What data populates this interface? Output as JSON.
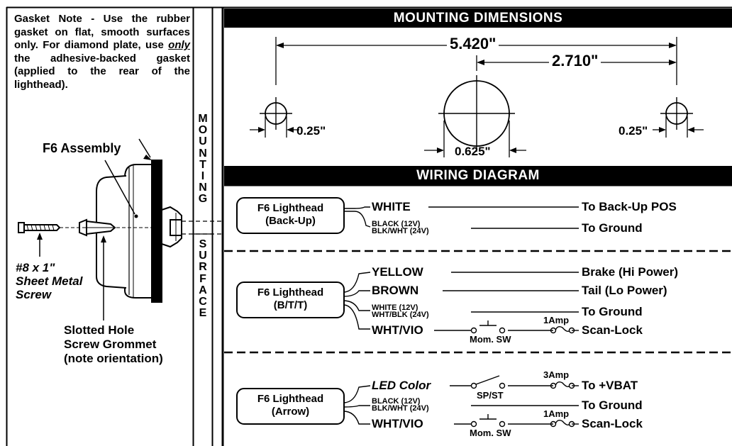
{
  "gasket_note": {
    "prefix": "Gasket Note - Use the rubber gasket on flat, smooth surfaces only. For diamond plate, use ",
    "only": "only",
    "suffix": " the adhesive-backed gasket (applied to the rear of the lighthead)."
  },
  "assembly": {
    "f6_assembly": "F6 Assembly",
    "screw_line1": "#8 x 1\"",
    "screw_line2": "Sheet Metal",
    "screw_line3": "Screw",
    "grommet_line1": "Slotted Hole",
    "grommet_line2": "Screw Grommet",
    "grommet_line3": "(note orientation)"
  },
  "mounting_surface": {
    "top": [
      "M",
      "O",
      "U",
      "N",
      "T",
      "I",
      "N",
      "G"
    ],
    "bottom": [
      "S",
      "U",
      "R",
      "F",
      "A",
      "C",
      "E"
    ]
  },
  "mounting_dimensions": {
    "title": "MOUNTING DIMENSIONS",
    "total_span": "5.420\"",
    "half_span": "2.710\"",
    "small_hole_left": "0.25\"",
    "center_hole": "0.625\"",
    "small_hole_right": "0.25\""
  },
  "wiring_diagram": {
    "title": "WIRING DIAGRAM",
    "backup": {
      "box_line1": "F6 Lighthead",
      "box_line2": "(Back-Up)",
      "w1": "WHITE",
      "d1": "To Back-Up POS",
      "w2a": "BLACK (12V)",
      "w2b": "BLK/WHT (24V)",
      "d2": "To Ground"
    },
    "btt": {
      "box_line1": "F6 Lighthead",
      "box_line2": "(B/T/T)",
      "w1": "YELLOW",
      "d1": "Brake (Hi Power)",
      "w2": "BROWN",
      "d2": "Tail (Lo Power)",
      "w3a": "WHITE (12V)",
      "w3b": "WHT/BLK (24V)",
      "d3": "To Ground",
      "w4": "WHT/VIO",
      "sw4": "Mom. SW",
      "fuse4": "1Amp",
      "d4": "Scan-Lock"
    },
    "arrow": {
      "box_line1": "F6 Lighthead",
      "box_line2": "(Arrow)",
      "w1": "LED Color",
      "sw1": "SP/ST",
      "fuse1": "3Amp",
      "d1": "To +VBAT",
      "w2a": "BLACK (12V)",
      "w2b": "BLK/WHT (24V)",
      "d2": "To Ground",
      "w3": "WHT/VIO",
      "sw3": "Mom. SW",
      "fuse3": "1Amp",
      "d3": "Scan-Lock"
    }
  }
}
